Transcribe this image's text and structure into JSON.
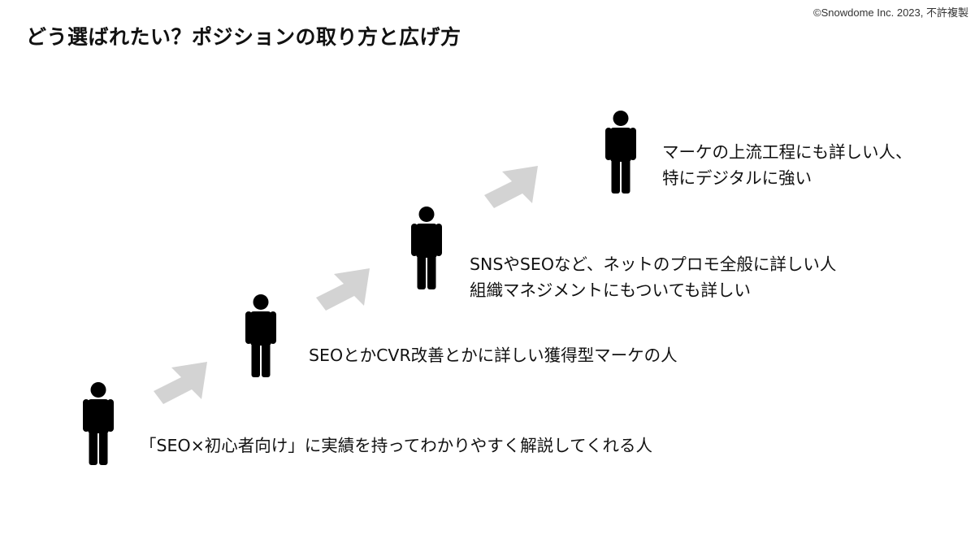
{
  "title": "どう選ばれたい？ポジションの取り方と広げ方",
  "copyright": "©Snowdome Inc. 2023, 不許複製",
  "colors": {
    "figure": "#000000",
    "arrow": "#d3d3d3"
  },
  "steps": [
    {
      "lines": [
        "「SEO×初心者向け」に実績を持ってわかりやすく解説してくれる人"
      ]
    },
    {
      "lines": [
        "SEOとかCVR改善とかに詳しい獲得型マーケの人"
      ]
    },
    {
      "lines": [
        "SNSやSEOなど、ネットのプロモ全般に詳しい人",
        "組織マネジメントにもついても詳しい"
      ]
    },
    {
      "lines": [
        "マーケの上流工程にも詳しい人、",
        "特にデジタルに強い"
      ]
    }
  ]
}
